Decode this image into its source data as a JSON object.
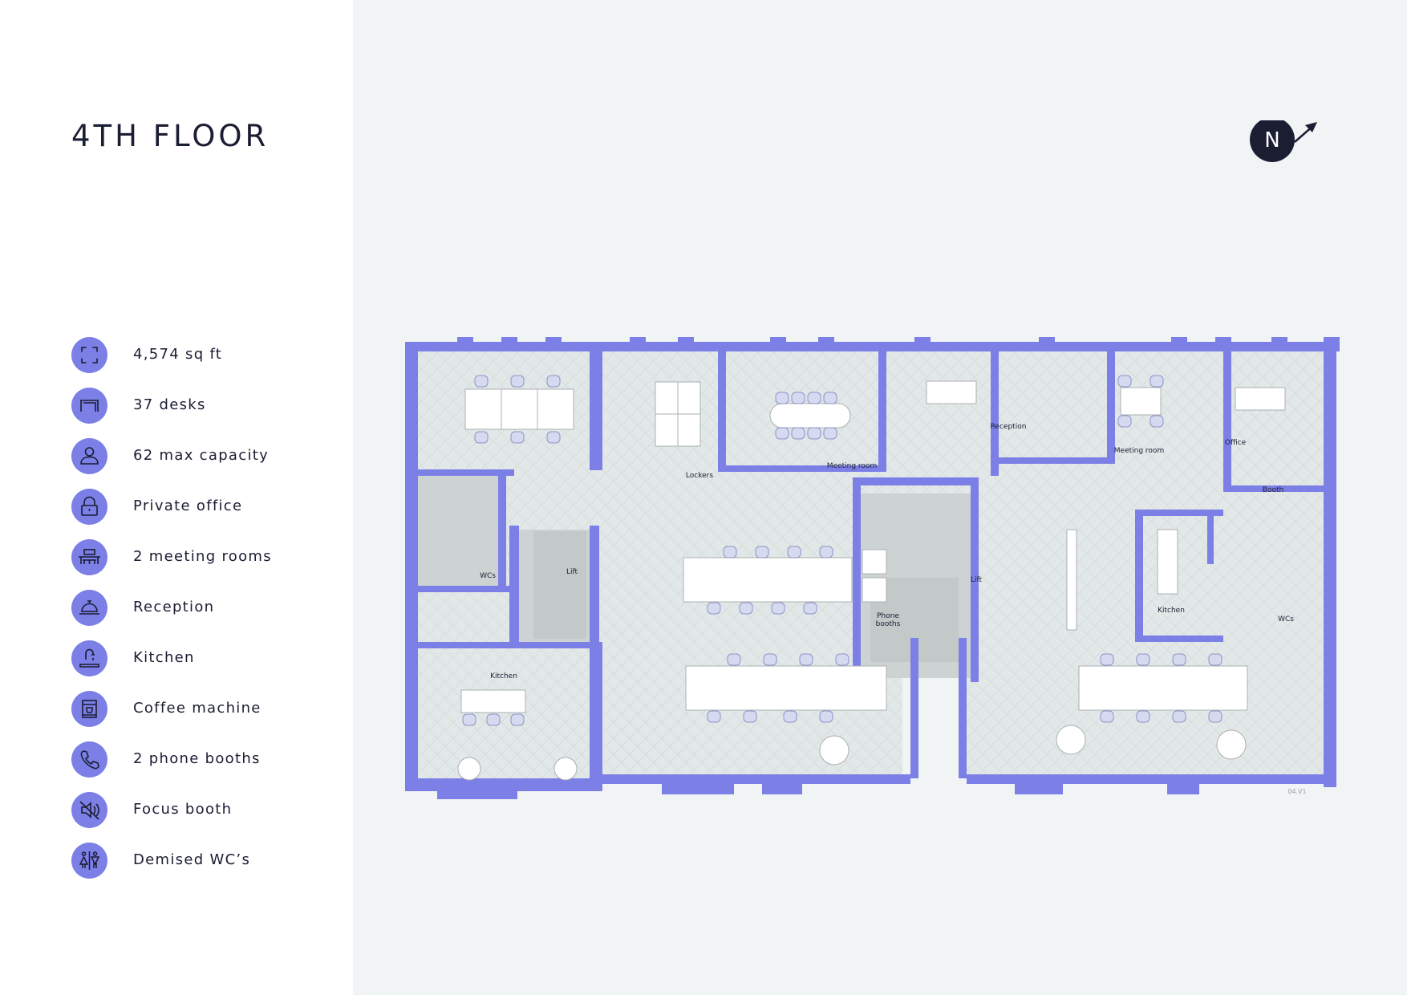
{
  "title": "4TH FLOOR",
  "features": [
    {
      "icon": "expand-area-icon",
      "label": "4,574 sq ft"
    },
    {
      "icon": "desk-icon",
      "label": "37 desks"
    },
    {
      "icon": "person-icon",
      "label": "62 max capacity"
    },
    {
      "icon": "lock-icon",
      "label": "Private office"
    },
    {
      "icon": "meeting-table-icon",
      "label": "2 meeting rooms"
    },
    {
      "icon": "reception-bell-icon",
      "label": "Reception"
    },
    {
      "icon": "tap-icon",
      "label": "Kitchen"
    },
    {
      "icon": "coffee-machine-icon",
      "label": "Coffee machine"
    },
    {
      "icon": "phone-icon",
      "label": "2 phone booths"
    },
    {
      "icon": "muted-speaker-icon",
      "label": "Focus booth"
    },
    {
      "icon": "wc-icon",
      "label": "Demised WC’s"
    }
  ],
  "compass": {
    "letter": "N"
  },
  "rooms": {
    "lockers": "Lockers",
    "meeting_room_left": "Meeting room",
    "reception": "Reception",
    "meeting_room_right": "Meeting room",
    "office": "Office",
    "booth": "Booth",
    "wcs_left": "WCs",
    "lift_left": "Lift",
    "lift_center": "Lift",
    "phone_booths_1": "Phone",
    "phone_booths_2": "booths",
    "kitchen_left": "Kitchen",
    "kitchen_right": "Kitchen",
    "wcs_right": "WCs"
  },
  "drawing_ref": "04.V1",
  "colors": {
    "accent": "#7b7fe6",
    "ink": "#1b1d33",
    "floor": "#e2e7e7",
    "core": "#cdd3d2",
    "furniture": "#ffffff",
    "chair": "#c6cbe8",
    "background": "#f1f4f5"
  }
}
